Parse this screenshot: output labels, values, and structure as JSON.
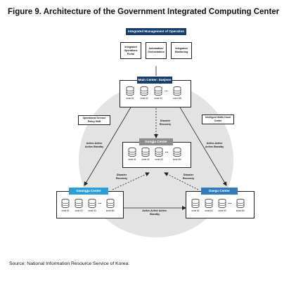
{
  "title": "Figure 9. Architecture of the Government Integrated Computing Center",
  "source": "Source: National Information Resource Service of Korea.",
  "integrated_management": {
    "header": "Integrated Management of Operation",
    "items": [
      "Integrated Operations Portal",
      "Automation/ Orchestration",
      "Integrated Monitoring"
    ]
  },
  "main_center": {
    "header": "Main Center: Daejeon",
    "zones": [
      "zone #1",
      "zone #2",
      "zone #3",
      "zone #N"
    ]
  },
  "gongju_center": {
    "header": "Gongju Center",
    "zones": [
      "zone #1",
      "zone #2",
      "zone #3",
      "zone #N"
    ]
  },
  "gwangju_center": {
    "header": "Gwangju Center",
    "zones": [
      "zone #1",
      "zone #2",
      "zone #3",
      "zone #N"
    ]
  },
  "daegu_center": {
    "header": "Daegu Center",
    "zones": [
      "zone #1",
      "zone #2",
      "zone #3",
      "zone #N"
    ]
  },
  "ellipsis": "...",
  "labels": {
    "operational_shift": "Operational Service/ Policy Shift",
    "intelligent_cloud": "Intelligent Multi-Cloud Center",
    "dr_main_gongju": "Disaster Recovery",
    "dr_gwangju_gongju": "Disaster Recovery",
    "dr_daegu_gongju": "Disaster Recovery",
    "aa_left": "Active-Active Active-Standby",
    "aa_right": "Active-Active Active-Standby",
    "aa_bottom": "Active-Active Active-Standby"
  },
  "colors": {
    "navy": "#143f6b",
    "gray_header": "#8c8c8c",
    "light_blue": "#2c9fd8",
    "mid_blue": "#2f7bbf",
    "circle_bg": "#e3e3e3"
  }
}
